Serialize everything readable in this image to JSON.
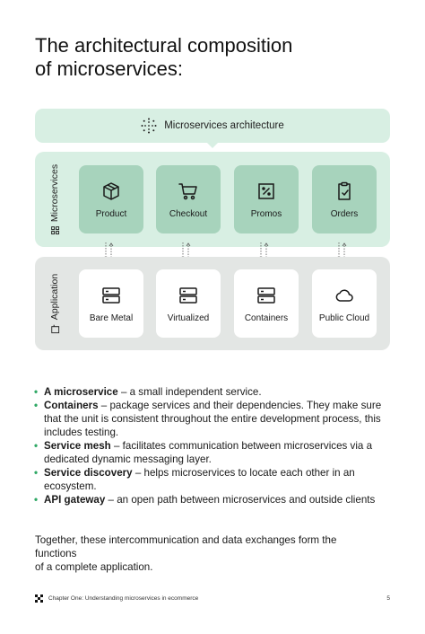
{
  "title_line1": "The architectural composition",
  "title_line2": "of microservices:",
  "diagram": {
    "top_bar_label": "Microservices architecture",
    "microservices_label": "Microservices",
    "application_label": "Application",
    "microservices": [
      {
        "label": "Product",
        "icon": "box-icon"
      },
      {
        "label": "Checkout",
        "icon": "cart-icon"
      },
      {
        "label": "Promos",
        "icon": "percent-icon"
      },
      {
        "label": "Orders",
        "icon": "clipboard-check-icon"
      }
    ],
    "infrastructure": [
      {
        "label": "Bare Metal",
        "icon": "server-icon"
      },
      {
        "label": "Virtualized",
        "icon": "server-icon"
      },
      {
        "label": "Containers",
        "icon": "server-icon"
      },
      {
        "label": "Public Cloud",
        "icon": "cloud-icon"
      }
    ]
  },
  "bullets": [
    {
      "term": "A microservice",
      "desc": " – a small independent service."
    },
    {
      "term": "Containers",
      "desc": " – package services and their dependencies. They make sure that the unit is consistent throughout the entire development process, this includes testing."
    },
    {
      "term": "Service mesh",
      "desc": " – facilitates communication between microservices via a dedicated dynamic messaging layer."
    },
    {
      "term": "Service discovery",
      "desc": " – helps microservices to locate each other in an ecosystem."
    },
    {
      "term": "API gateway",
      "desc": " – an open path between microservices and outside clients"
    }
  ],
  "closing_line1": "Together, these intercommunication and data exchanges form the functions",
  "closing_line2": "of a complete application.",
  "footer": {
    "text": "Chapter One: Understanding microservices in ecommerce",
    "page": "5"
  },
  "colors": {
    "mint_panel": "#d8efe3",
    "mint_card": "#a7d3bc",
    "gray_panel": "#e3e6e4",
    "bullet_green": "#2fa865"
  }
}
